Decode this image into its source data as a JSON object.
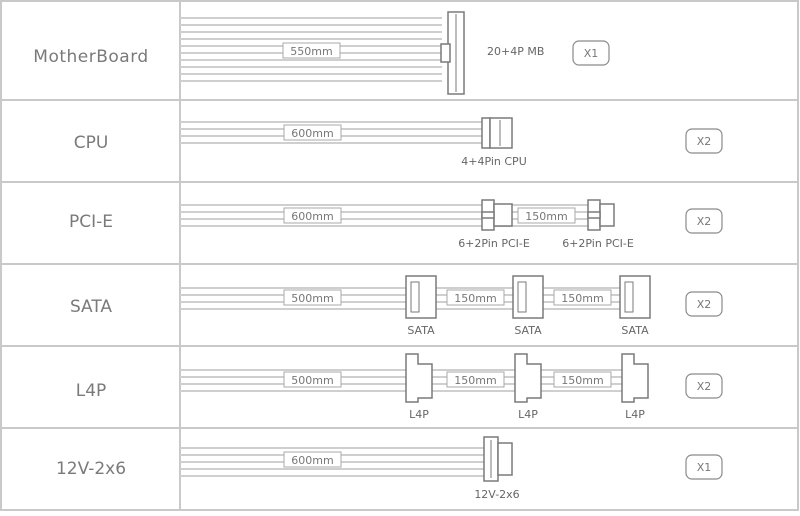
{
  "colors": {
    "border": "#c9c9c9",
    "wire": "#cfcfcf",
    "label_text": "#7a7a7a",
    "small_text": "#666666",
    "badge_border": "#8a8a8a",
    "connector": "#7a7a7a"
  },
  "rows": [
    {
      "name": "MotherBoard",
      "quantity": "X1",
      "connectors": [
        "20+4P MB"
      ],
      "lengths": [
        "550mm"
      ]
    },
    {
      "name": "CPU",
      "quantity": "X2",
      "connectors": [
        "4+4Pin CPU"
      ],
      "lengths": [
        "600mm"
      ]
    },
    {
      "name": "PCI-E",
      "quantity": "X2",
      "connectors": [
        "6+2Pin PCI-E",
        "6+2Pin PCI-E"
      ],
      "lengths": [
        "600mm",
        "150mm"
      ]
    },
    {
      "name": "SATA",
      "quantity": "X2",
      "connectors": [
        "SATA",
        "SATA",
        "SATA"
      ],
      "lengths": [
        "500mm",
        "150mm",
        "150mm"
      ]
    },
    {
      "name": "L4P",
      "quantity": "X2",
      "connectors": [
        "L4P",
        "L4P",
        "L4P"
      ],
      "lengths": [
        "500mm",
        "150mm",
        "150mm"
      ]
    },
    {
      "name": "12V-2x6",
      "quantity": "X1",
      "connectors": [
        "12V-2x6"
      ],
      "lengths": [
        "600mm"
      ]
    }
  ]
}
